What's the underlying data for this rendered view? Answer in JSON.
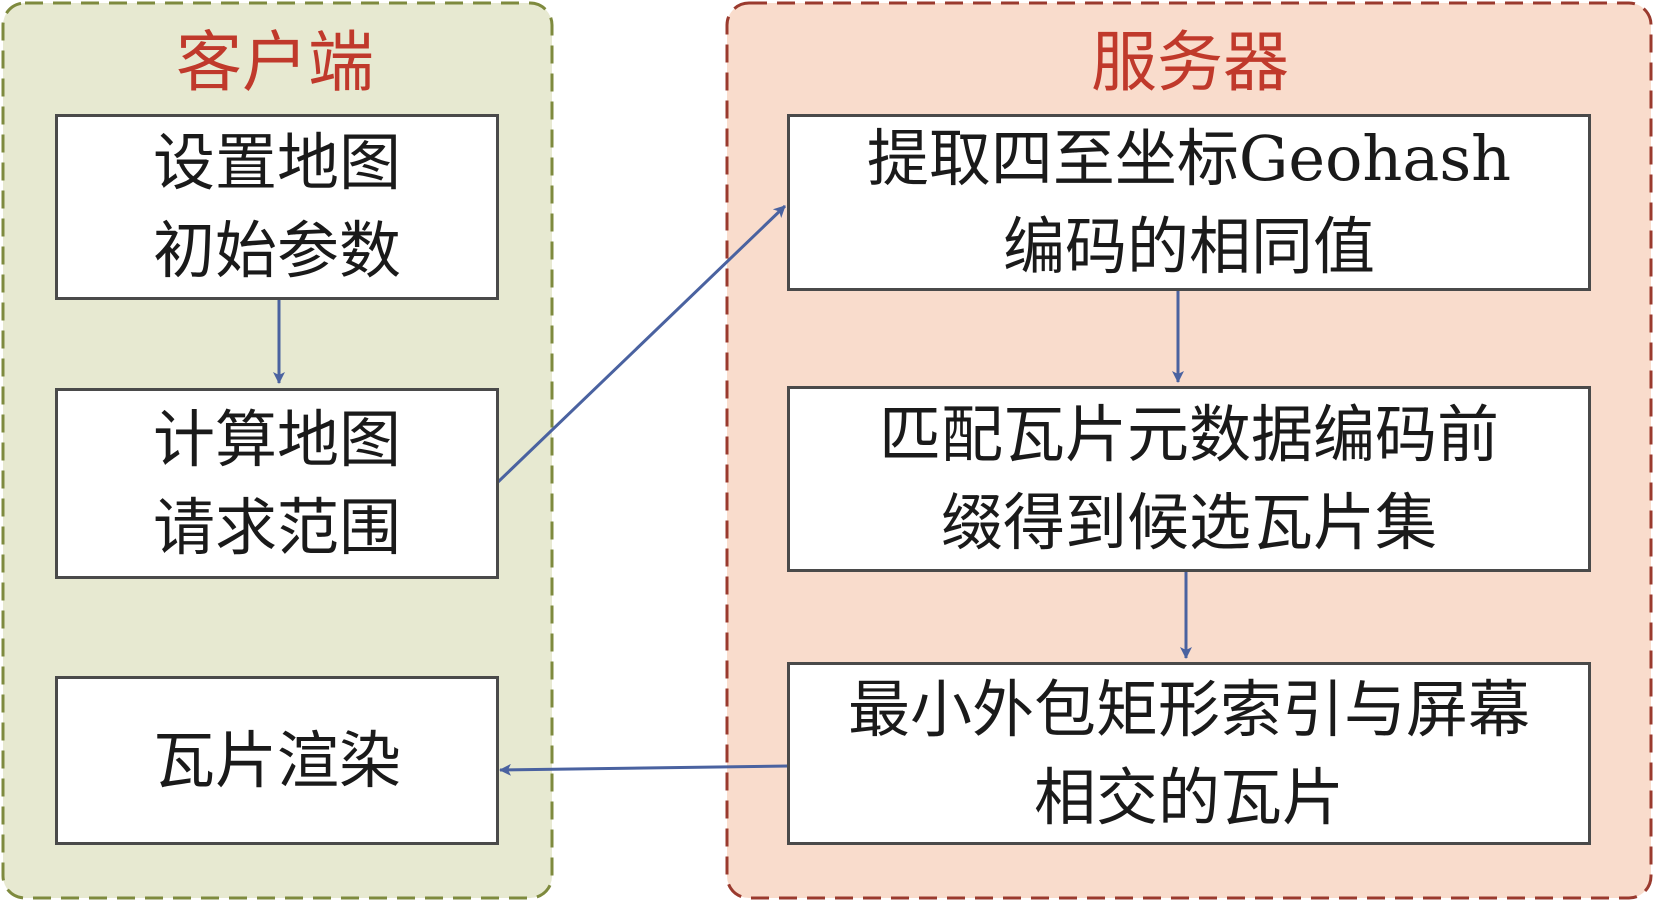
{
  "colors": {
    "client_fill": "#e7e9d1",
    "client_border": "#7e8a3e",
    "server_fill": "#f9dccc",
    "server_border": "#9a3a2e",
    "group_label_color": "#c0392b",
    "arrow_color": "#4a62a0",
    "node_border": "#4a4a4a"
  },
  "client": {
    "label": "客户端",
    "nodes": [
      {
        "id": "set-params",
        "text": "设置地图\n初始参数"
      },
      {
        "id": "calc-range",
        "text": "计算地图\n请求范围"
      },
      {
        "id": "render",
        "text": "瓦片渲染"
      }
    ]
  },
  "server": {
    "label": "服务器",
    "nodes": [
      {
        "id": "extract",
        "text": "提取四至坐标Geohash\n编码的相同值"
      },
      {
        "id": "match",
        "text": "匹配瓦片元数据编码前\n缀得到候选瓦片集"
      },
      {
        "id": "intersect",
        "text": "最小外包矩形索引与屏幕\n相交的瓦片"
      }
    ]
  },
  "edges": [
    {
      "from": "set-params",
      "to": "calc-range"
    },
    {
      "from": "calc-range",
      "to": "extract"
    },
    {
      "from": "extract",
      "to": "match"
    },
    {
      "from": "match",
      "to": "intersect"
    },
    {
      "from": "intersect",
      "to": "render"
    }
  ]
}
